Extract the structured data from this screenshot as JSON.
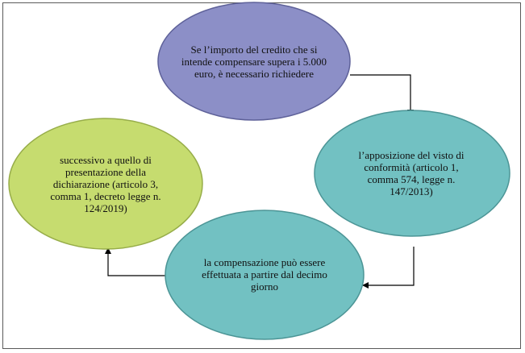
{
  "nodes": [
    {
      "id": "node-1",
      "text": "Se l’importo del credito che si\nintende compensare supera i 5.000\neuro, è necessario richiedere",
      "fill": "#8c8fc7",
      "stroke": "#5e6199"
    },
    {
      "id": "node-2",
      "text": "l’apposizione del visto di\nconformità (articolo 1,\ncomma 574, legge n.\n147/2013)",
      "fill": "#72c1c2",
      "stroke": "#4c9596"
    },
    {
      "id": "node-3",
      "text": "la compensazione può essere\neffettuata a partire dal decimo\ngiorno",
      "fill": "#72c1c2",
      "stroke": "#4c9596"
    },
    {
      "id": "node-4",
      "text": "successivo a quello di\npresentazione della\ndichiarazione (articolo 3,\ncomma 1, decreto legge n.\n124/2019)",
      "fill": "#c6dc6f",
      "stroke": "#97ad49"
    }
  ],
  "colors": {
    "frame": "#5a5a5a",
    "arrow": "#000000"
  }
}
